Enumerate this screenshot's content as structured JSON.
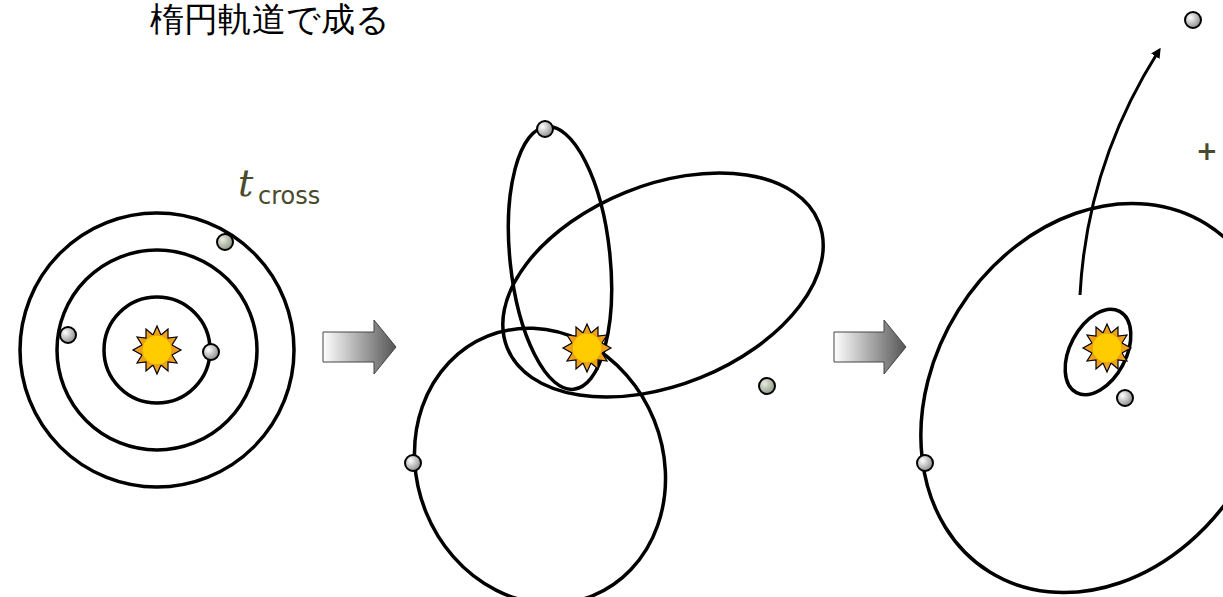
{
  "diagram": {
    "labels": [
      "楕円軌道で成る",
      "t",
      "cross",
      "+"
    ]
  }
}
